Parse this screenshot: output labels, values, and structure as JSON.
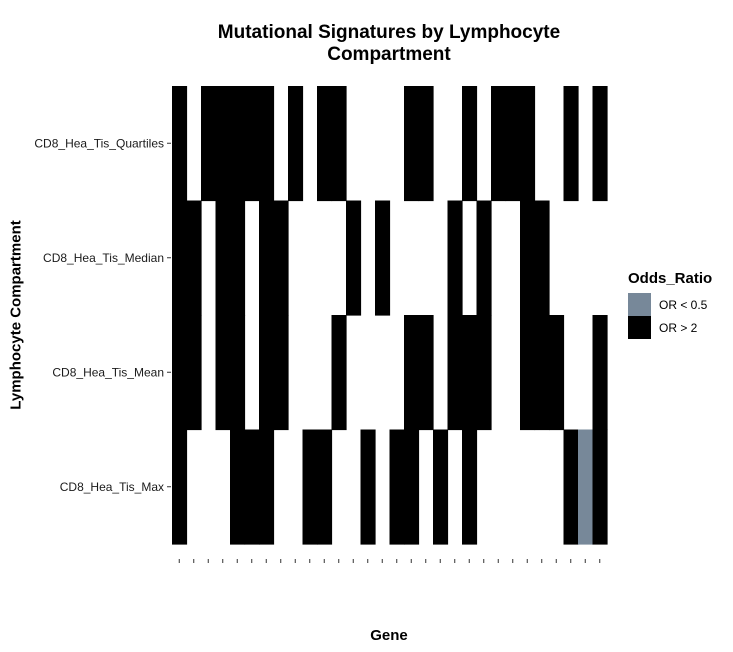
{
  "chart_data": {
    "type": "heatmap",
    "title": "Mutational Signatures by Lymphocyte Compartment",
    "xlabel": "Gene",
    "ylabel": "Lymphocyte Compartment",
    "rows": [
      "CD8_Hea_Tis_Quartiles",
      "CD8_Hea_Tis_Median",
      "CD8_Hea_Tis_Mean",
      "CD8_Hea_Tis_Max"
    ],
    "n_columns": 30,
    "x_tick_labels": [],
    "cells": [
      [
        "OR > 2",
        "",
        "OR > 2",
        "OR > 2",
        "OR > 2",
        "OR > 2",
        "OR > 2",
        "",
        "OR > 2",
        "",
        "OR > 2",
        "OR > 2",
        "",
        "",
        "",
        "",
        "OR > 2",
        "OR > 2",
        "",
        "",
        "OR > 2",
        "",
        "OR > 2",
        "OR > 2",
        "OR > 2",
        "",
        "",
        "OR > 2",
        "",
        "OR > 2"
      ],
      [
        "OR > 2",
        "OR > 2",
        "",
        "OR > 2",
        "OR > 2",
        "",
        "OR > 2",
        "OR > 2",
        "",
        "",
        "",
        "",
        "OR > 2",
        "",
        "OR > 2",
        "",
        "",
        "",
        "",
        "OR > 2",
        "",
        "OR > 2",
        "",
        "",
        "OR > 2",
        "OR > 2",
        "",
        "",
        "",
        ""
      ],
      [
        "OR > 2",
        "OR > 2",
        "",
        "OR > 2",
        "OR > 2",
        "",
        "OR > 2",
        "OR > 2",
        "",
        "",
        "",
        "OR > 2",
        "",
        "",
        "",
        "",
        "OR > 2",
        "OR > 2",
        "",
        "OR > 2",
        "OR > 2",
        "OR > 2",
        "",
        "",
        "OR > 2",
        "OR > 2",
        "OR > 2",
        "",
        "",
        "OR > 2"
      ],
      [
        "OR > 2",
        "",
        "",
        "",
        "OR > 2",
        "OR > 2",
        "OR > 2",
        "",
        "",
        "OR > 2",
        "OR > 2",
        "",
        "",
        "OR > 2",
        "",
        "OR > 2",
        "OR > 2",
        "",
        "OR > 2",
        "",
        "OR > 2",
        "",
        "",
        "",
        "",
        "",
        "",
        "OR > 2",
        "OR < 0.5",
        "OR > 2"
      ]
    ],
    "legend": {
      "title": "Odds_Ratio",
      "placement": "right",
      "entries": [
        {
          "label": "OR < 0.5",
          "color": "#778899"
        },
        {
          "label": "OR > 2",
          "color": "#000000"
        }
      ]
    },
    "empty_color": "#ffffff",
    "grid": false
  }
}
